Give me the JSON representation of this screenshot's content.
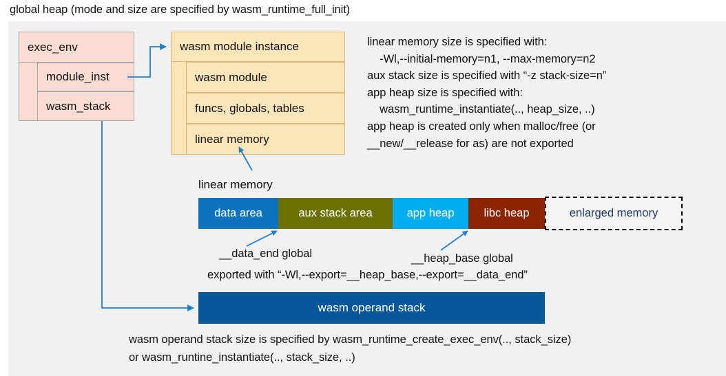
{
  "diagram": {
    "title": "global heap (mode and size are specified by wasm_runtime_full_init)",
    "panel_bg": "#f1f1f1"
  },
  "exec_env_box": {
    "header": "exec_env",
    "fill": "#fadcd2",
    "border": "#a6a6a6",
    "fields": [
      {
        "label": "module_inst"
      },
      {
        "label": "wasm_stack"
      }
    ]
  },
  "module_instance_box": {
    "header": "wasm module instance",
    "fill": "#fce5b9",
    "border": "#d9b77a",
    "fields": [
      {
        "label": "wasm module"
      },
      {
        "label": "funcs, globals, tables"
      },
      {
        "label": "linear memory"
      }
    ]
  },
  "notes": {
    "right_block": [
      "linear memory size is specified with:",
      "    -Wl,--initial-memory=n1, --max-memory=n2",
      "aux stack size is specified with “-z stack-size=n”",
      "app heap size is specified with:",
      "    wasm_runtime_instantiate(.., heap_size, ..)",
      "app heap is created only when malloc/free (or",
      "__new/__release for as) are not exported"
    ],
    "globals_block": [
      "__data_end global",
      "__heap_base global",
      "exported with “-Wl,--export=__heap_base,--export=__data_end”"
    ],
    "bottom_block": [
      "wasm operand stack size is specified by wasm_runtime_create_exec_env(.., stack_size)",
      "or wasm_runtine_instantiate(.., stack_size, ..)"
    ]
  },
  "linear_memory": {
    "label": "linear memory",
    "segments": [
      {
        "label": "data area",
        "color": "#0b72bd",
        "text_color": "#ffffff"
      },
      {
        "label": "aux stack area",
        "color": "#6b7000",
        "text_color": "#ffffff"
      },
      {
        "label": "app heap",
        "color": "#00aeef",
        "text_color": "#ffffff"
      },
      {
        "label": "libc heap",
        "color": "#8b2500",
        "text_color": "#ffffff"
      },
      {
        "label": "enlarged memory",
        "color": "#f4f4f4",
        "text_color": "#1f3864"
      }
    ]
  },
  "operand_stack": {
    "label": "wasm operand stack",
    "color": "#05579a",
    "text_color": "#ffffff"
  },
  "connector_color": "#1f7fd0"
}
